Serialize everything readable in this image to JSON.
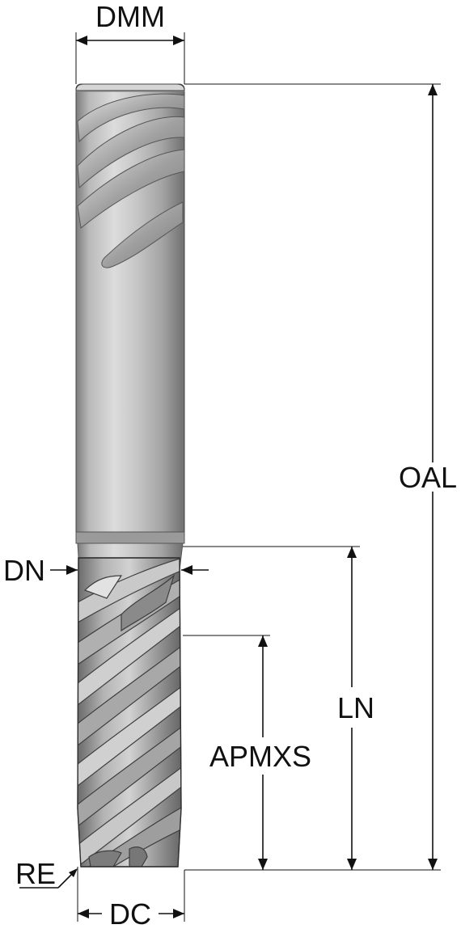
{
  "labels": {
    "dmm": "DMM",
    "oal": "OAL",
    "dn": "DN",
    "ln": "LN",
    "apmxs": "APMXS",
    "re": "RE",
    "dc": "DC"
  },
  "colors": {
    "line": "#111111",
    "tool_light": "#d9d9d9",
    "tool_mid": "#a9a9a9",
    "tool_dark": "#6e6e6e",
    "outline": "#3a3a3a"
  }
}
